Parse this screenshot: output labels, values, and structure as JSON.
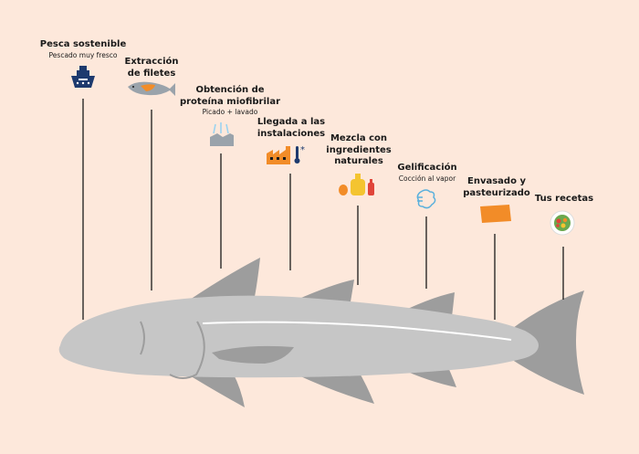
{
  "steps": [
    {
      "title": "Pesca sostenible",
      "subtitle": "Pescado muy fresco",
      "icon": "ship-icon"
    },
    {
      "title": "Extracción\nde filetes",
      "subtitle": "",
      "icon": "fish-fillet-icon"
    },
    {
      "title": "Obtención de\nproteína miofibrilar",
      "subtitle": "Picado + lavado",
      "icon": "water-wash-icon"
    },
    {
      "title": "Llegada a las\ninstalaciones",
      "subtitle": "",
      "icon": "factory-cold-icon"
    },
    {
      "title": "Mezcla con\ningredientes\nnaturales",
      "subtitle": "",
      "icon": "ingredients-icon"
    },
    {
      "title": "Gelificación",
      "subtitle": "Cocción al vapor",
      "icon": "steam-icon"
    },
    {
      "title": "Envasado y\npasteurizado",
      "subtitle": "",
      "icon": "package-icon"
    },
    {
      "title": "Tus recetas",
      "subtitle": "",
      "icon": "salad-bowl-icon"
    }
  ],
  "colors": {
    "background": "#fde8db",
    "fish_body": "#c6c6c6",
    "fish_dark": "#9d9d9d",
    "line": "#1a1a1a",
    "ship": "#1d3a6e",
    "orange": "#f28c28",
    "red": "#e0453a",
    "grey_icon": "#9aa3ab"
  }
}
